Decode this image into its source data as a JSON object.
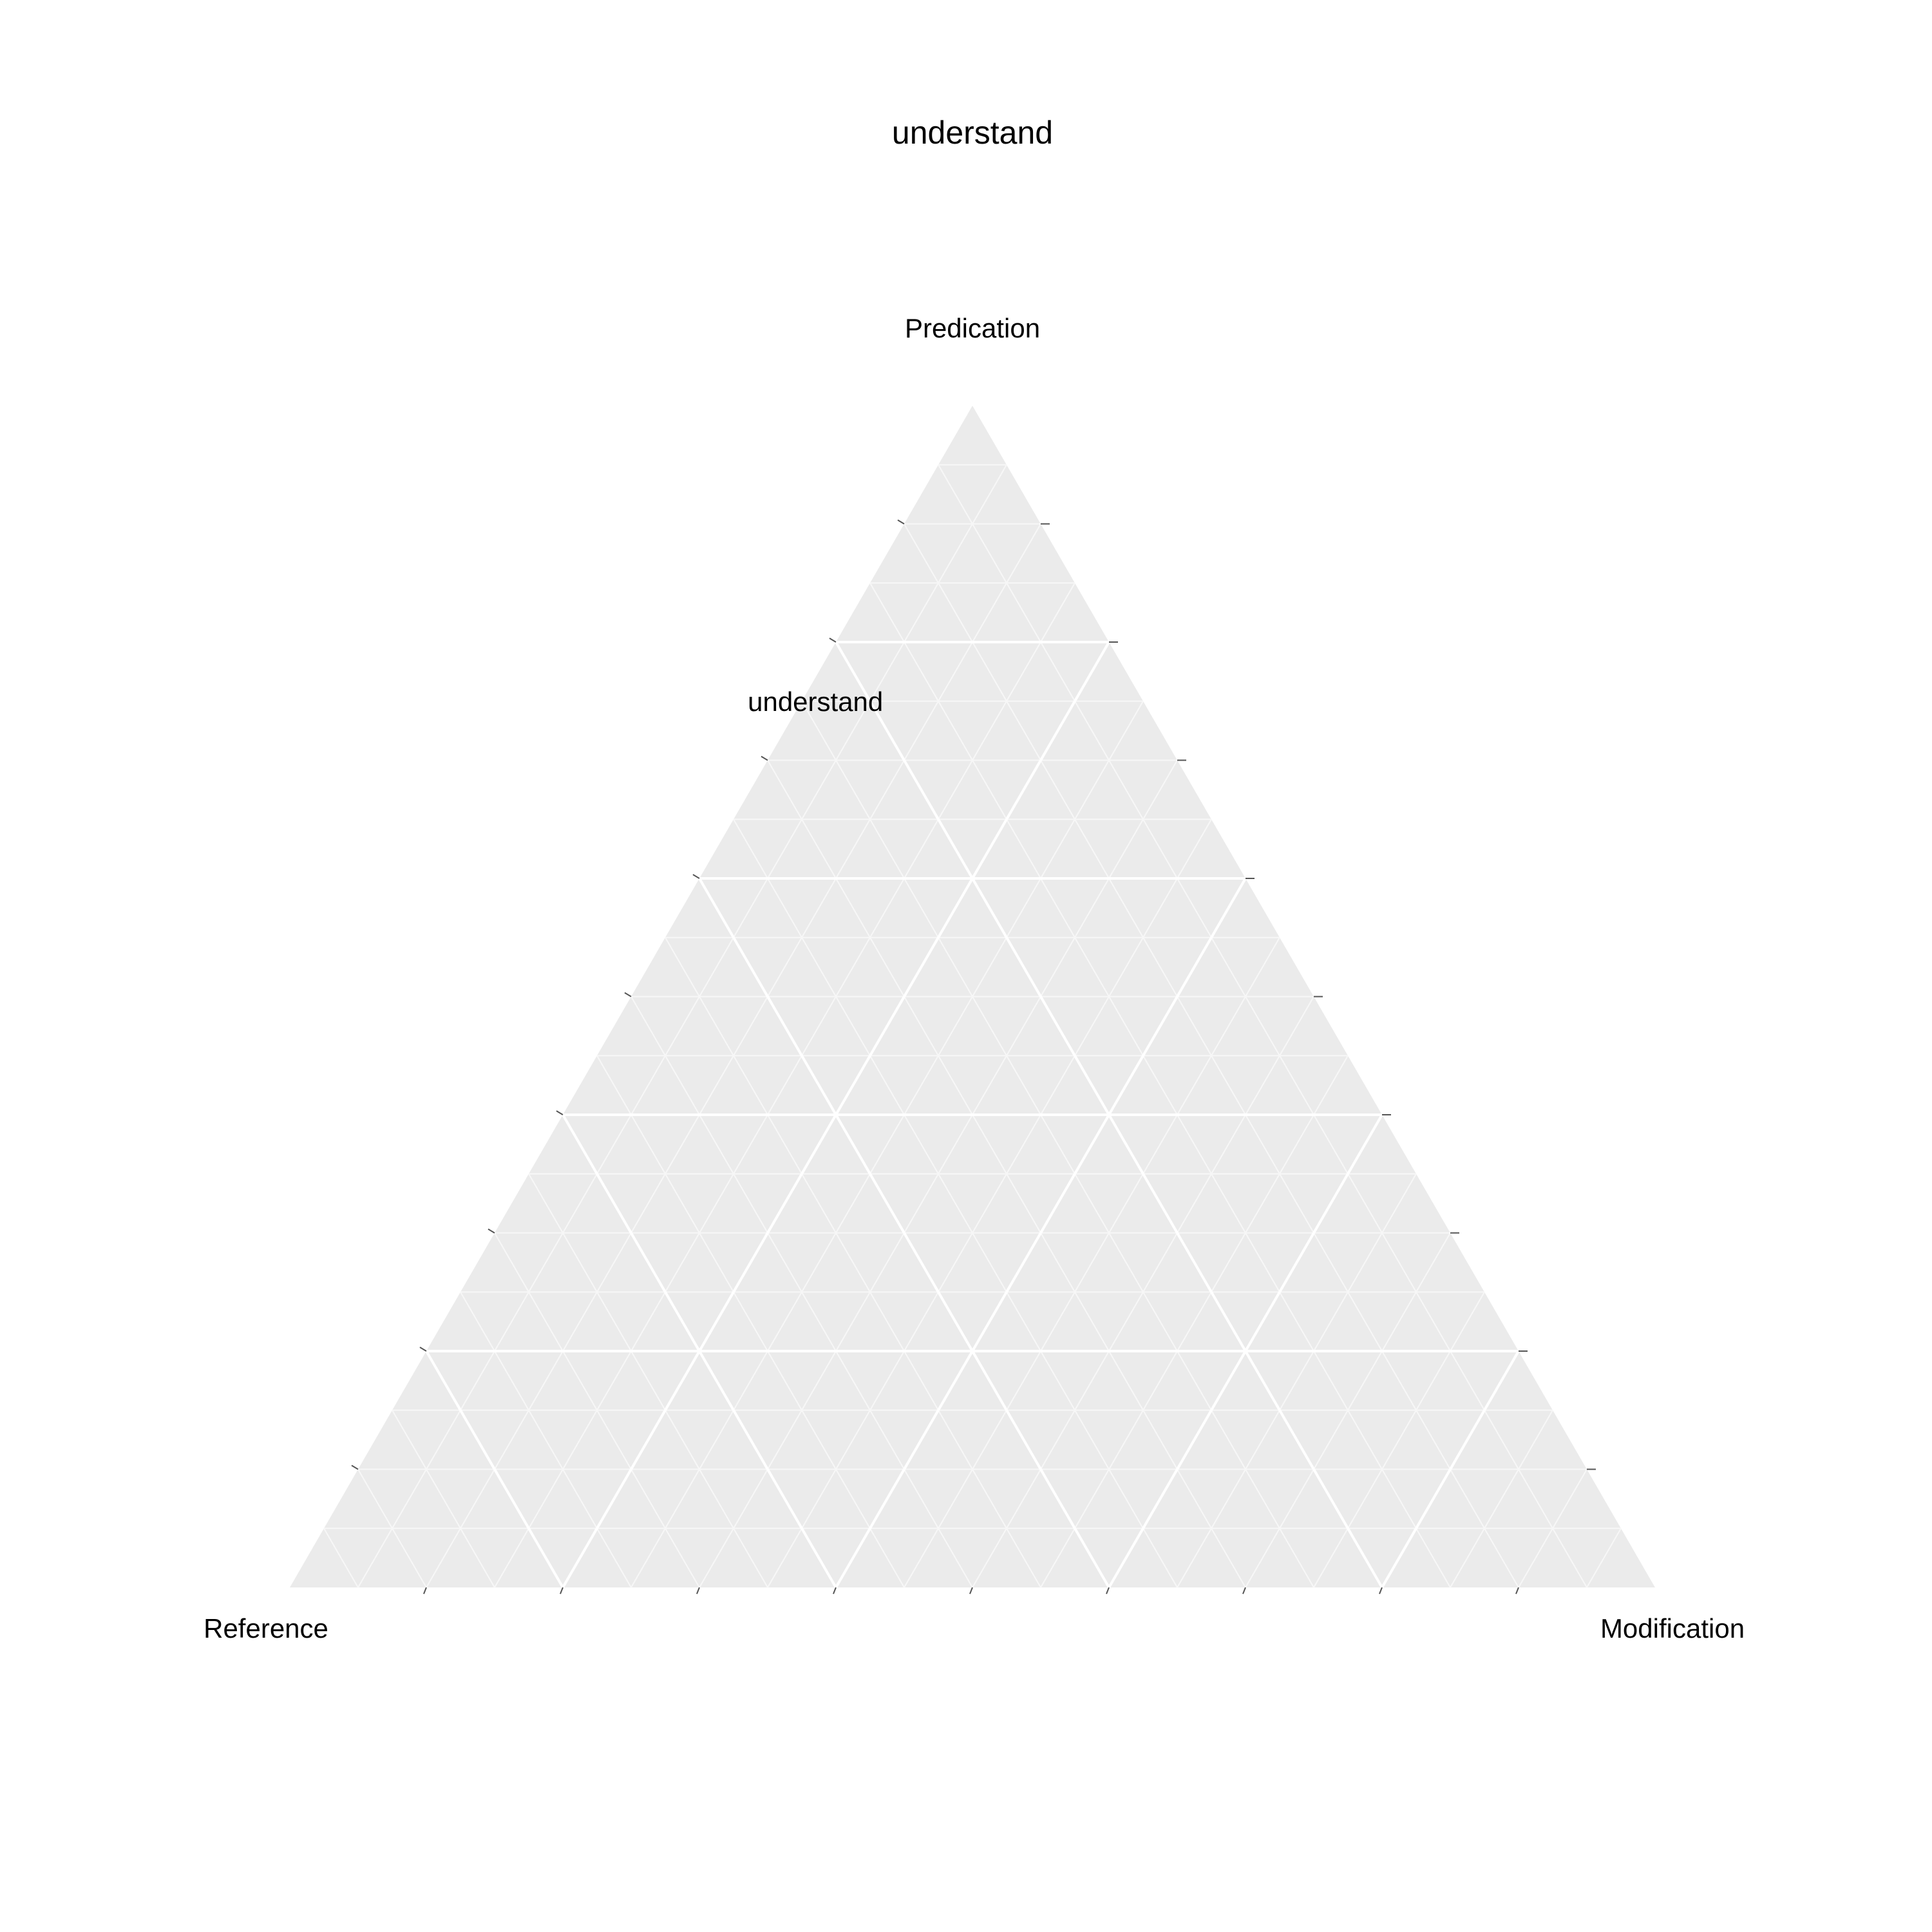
{
  "chart_data": {
    "type": "ternary",
    "title": "understand",
    "axes": {
      "top": "Predication",
      "left": "Reference",
      "right": "Modification"
    },
    "grid": true,
    "major_step": 0.2,
    "minor_step": 0.1,
    "points": [
      {
        "label": "understand",
        "predication": 0.75,
        "reference": 0.24,
        "modification": 0.01
      }
    ]
  },
  "colors": {
    "panel": "#ebebeb",
    "grid_major": "#ffffff",
    "grid_minor": "#f7f7f7",
    "tick": "#555555",
    "text": "#000000"
  }
}
